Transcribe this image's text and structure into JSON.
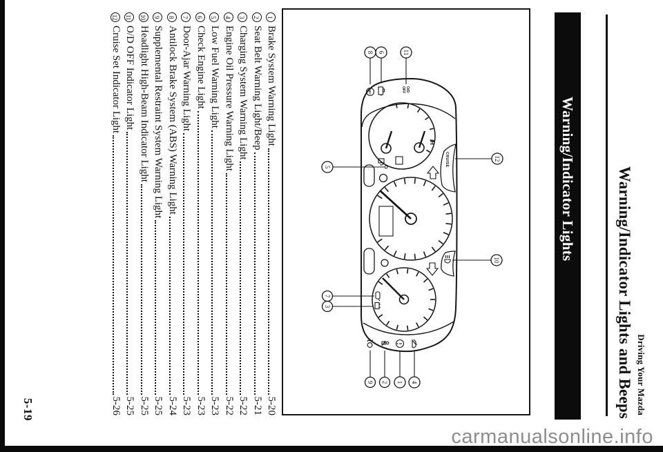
{
  "header": {
    "kicker": "Driving Your Mazda",
    "title": "Warning/Indicator Lights and Beeps"
  },
  "banner": {
    "title": "Warning/Indicator Lights"
  },
  "figure": {
    "labels": {
      "temp_high": "H",
      "cruise": "CRUISE",
      "od_line1": "O/D",
      "od_line2": "OFF",
      "abs": "ABS"
    },
    "callouts": [
      {
        "num": "1",
        "name": "brake-system-warning-light"
      },
      {
        "num": "2",
        "name": "seat-belt-warning-light"
      },
      {
        "num": "3",
        "name": "charging-system-warning-light"
      },
      {
        "num": "4",
        "name": "engine-oil-pressure-warning-light"
      },
      {
        "num": "5",
        "name": "low-fuel-warning-light"
      },
      {
        "num": "6",
        "name": "check-engine-light"
      },
      {
        "num": "7",
        "name": "door-ajar-warning-light"
      },
      {
        "num": "8",
        "name": "abs-warning-light"
      },
      {
        "num": "9",
        "name": "srs-warning-light"
      },
      {
        "num": "10",
        "name": "high-beam-indicator-light"
      },
      {
        "num": "11",
        "name": "od-off-indicator-light"
      },
      {
        "num": "12",
        "name": "cruise-set-indicator-light"
      }
    ]
  },
  "toc": {
    "items": [
      {
        "num": "1",
        "label": "Brake System Warning Light",
        "page": "5-20"
      },
      {
        "num": "2",
        "label": "Seat Belt Warning Light/Beep",
        "page": "5-21"
      },
      {
        "num": "3",
        "label": "Charging System Warning Light",
        "page": "5-22"
      },
      {
        "num": "4",
        "label": "Engine Oil Pressure Warning Light",
        "page": "5-22"
      },
      {
        "num": "5",
        "label": "Low Fuel Warning Light",
        "page": "5-23"
      },
      {
        "num": "6",
        "label": "Check Engine Light",
        "page": "5-23"
      },
      {
        "num": "7",
        "label": "Door-Ajar Warning Light",
        "page": "5-23"
      },
      {
        "num": "8",
        "label": "Antilock Brake System (ABS) Warning Light",
        "page": "5-24"
      },
      {
        "num": "9",
        "label": "Supplemental Restraint System Warning Light",
        "page": "5-25"
      },
      {
        "num": "10",
        "label": "Headlight High-Beam Indicator Light",
        "page": "5-25"
      },
      {
        "num": "11",
        "label": "O/D OFF Indicator Light",
        "page": "5-25"
      },
      {
        "num": "12",
        "label": "Cruise Set Indicator Light",
        "page": "5-26"
      }
    ]
  },
  "footer": {
    "page_number": "5-19"
  },
  "watermark": {
    "text": "carmanualsonline.info"
  }
}
